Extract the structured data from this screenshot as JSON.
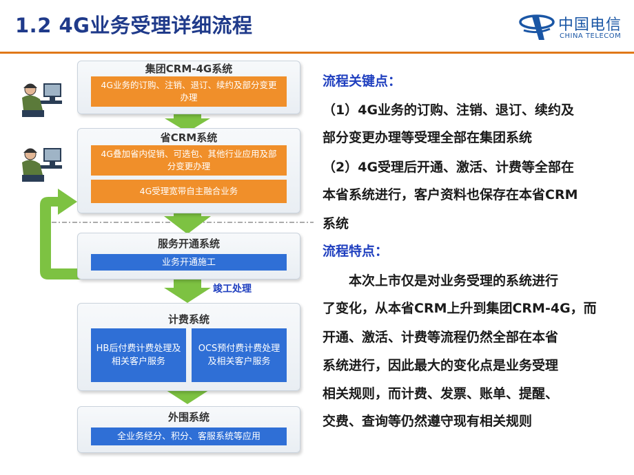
{
  "header": {
    "title": "1.2 4G业务受理详细流程",
    "logo_cn": "中国电信",
    "logo_en": "CHINA TELECOM"
  },
  "colors": {
    "title": "#1f3a8a",
    "accent_rule": "#e07818",
    "orange": "#f08f2a",
    "blue": "#2f6fd6",
    "arrow_green": "#7dc242",
    "heading_blue": "#1f3fbf"
  },
  "diagram": {
    "group_crm": {
      "title": "集团CRM-4G系统",
      "box": "4G业务的订购、注销、退订、续约及部分变更办理"
    },
    "prov_crm": {
      "title": "省CRM系统",
      "box1": "4G叠加省内促销、可选包、其他行业应用及部分变更办理",
      "box2": "4G受理宽带自主融合业务"
    },
    "provision": {
      "title": "服务开通系统",
      "box": "业务开通施工"
    },
    "completion_label": "竣工处理",
    "billing": {
      "title": "计费系统",
      "box_hb": "HB后付费计费处理及相关客户服务",
      "box_ocs": "OCS预付费计费处理及相关客户服务"
    },
    "peripheral": {
      "title": "外围系统",
      "box": "全业务经分、积分、客服系统等应用"
    }
  },
  "text": {
    "key_heading": "流程关键点：",
    "key_1_line1": "（1）4G业务的订购、注销、退订、续约及",
    "key_1_line2": "部分变更办理等受理全部在集团系统",
    "key_2_line1": "（2）4G受理后开通、激活、计费等全部在",
    "key_2_line2": "本省系统进行，客户资料也保存在本省CRM",
    "key_2_line3": "系统",
    "feat_heading": "流程特点：",
    "feat_line1": "　　本次上市仅是对业务受理的系统进行",
    "feat_line2": "了变化，从本省CRM上升到集团CRM-4G，而",
    "feat_line3": "开通、激活、计费等流程仍然全部在本省",
    "feat_line4": "系统进行，因此最大的变化点是业务受理",
    "feat_line5": "相关规则，而计费、发票、账单、提醒、",
    "feat_line6": "交费、查询等仍然遵守现有相关规则"
  }
}
